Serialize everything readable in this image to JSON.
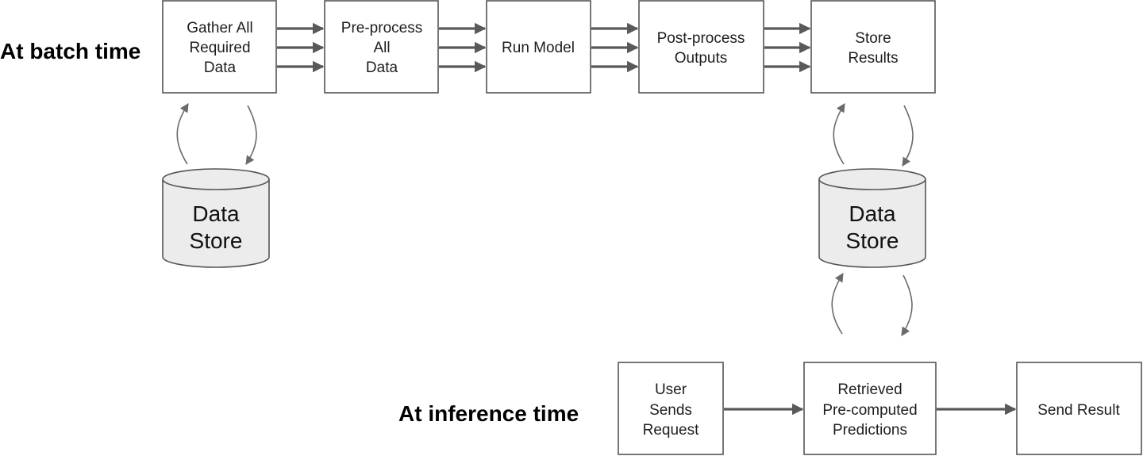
{
  "sections": {
    "batch": "At batch time",
    "inference": "At inference time"
  },
  "batch_steps": [
    {
      "lines": [
        "Gather All",
        "Required",
        "Data"
      ]
    },
    {
      "lines": [
        "Pre-process",
        "All",
        "Data"
      ]
    },
    {
      "lines": [
        "Run Model"
      ]
    },
    {
      "lines": [
        "Post-process",
        "Outputs"
      ]
    },
    {
      "lines": [
        "Store",
        "Results"
      ]
    }
  ],
  "inference_steps": [
    {
      "lines": [
        "User",
        "Sends",
        "Request"
      ]
    },
    {
      "lines": [
        "Retrieved",
        "Pre-computed",
        "Predictions"
      ]
    },
    {
      "lines": [
        "Send Result"
      ]
    }
  ],
  "data_stores": [
    {
      "lines": [
        "Data",
        "Store"
      ]
    },
    {
      "lines": [
        "Data",
        "Store"
      ]
    }
  ],
  "colors": {
    "stroke": "#555555",
    "arrow": "#595959",
    "store_fill": "#ececec"
  }
}
